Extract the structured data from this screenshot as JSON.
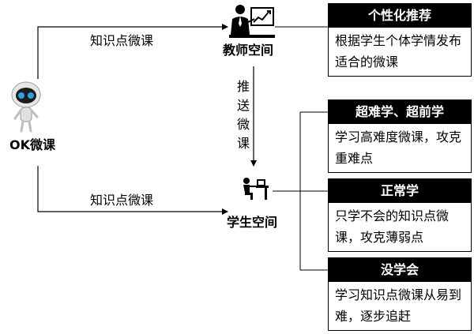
{
  "source": {
    "name": "OK微课"
  },
  "teacher": {
    "name": "教师空间"
  },
  "student": {
    "name": "学生空间"
  },
  "flows": {
    "top_edge_label": "知识点微课",
    "bottom_edge_label": "知识点微课",
    "push_chars": [
      "推",
      "送",
      "微",
      "课"
    ]
  },
  "cards": [
    {
      "title": "个性化推荐",
      "body": "根据学生个体学情发布适合的微课"
    },
    {
      "title": "超难学、超前学",
      "body": "学习高难度微课，攻克重难点"
    },
    {
      "title": "正常学",
      "body": "只学不会的知识点微课，攻克薄弱点"
    },
    {
      "title": "没学会",
      "body": "学习知识点微课从易到难，逐步追赶"
    }
  ],
  "colors": {
    "robot_accent": "#2aa3e6",
    "ink": "#000000"
  },
  "icons": {
    "robot": "robot-icon",
    "teacher": "teacher-presentation-icon",
    "student": "student-desk-icon"
  }
}
